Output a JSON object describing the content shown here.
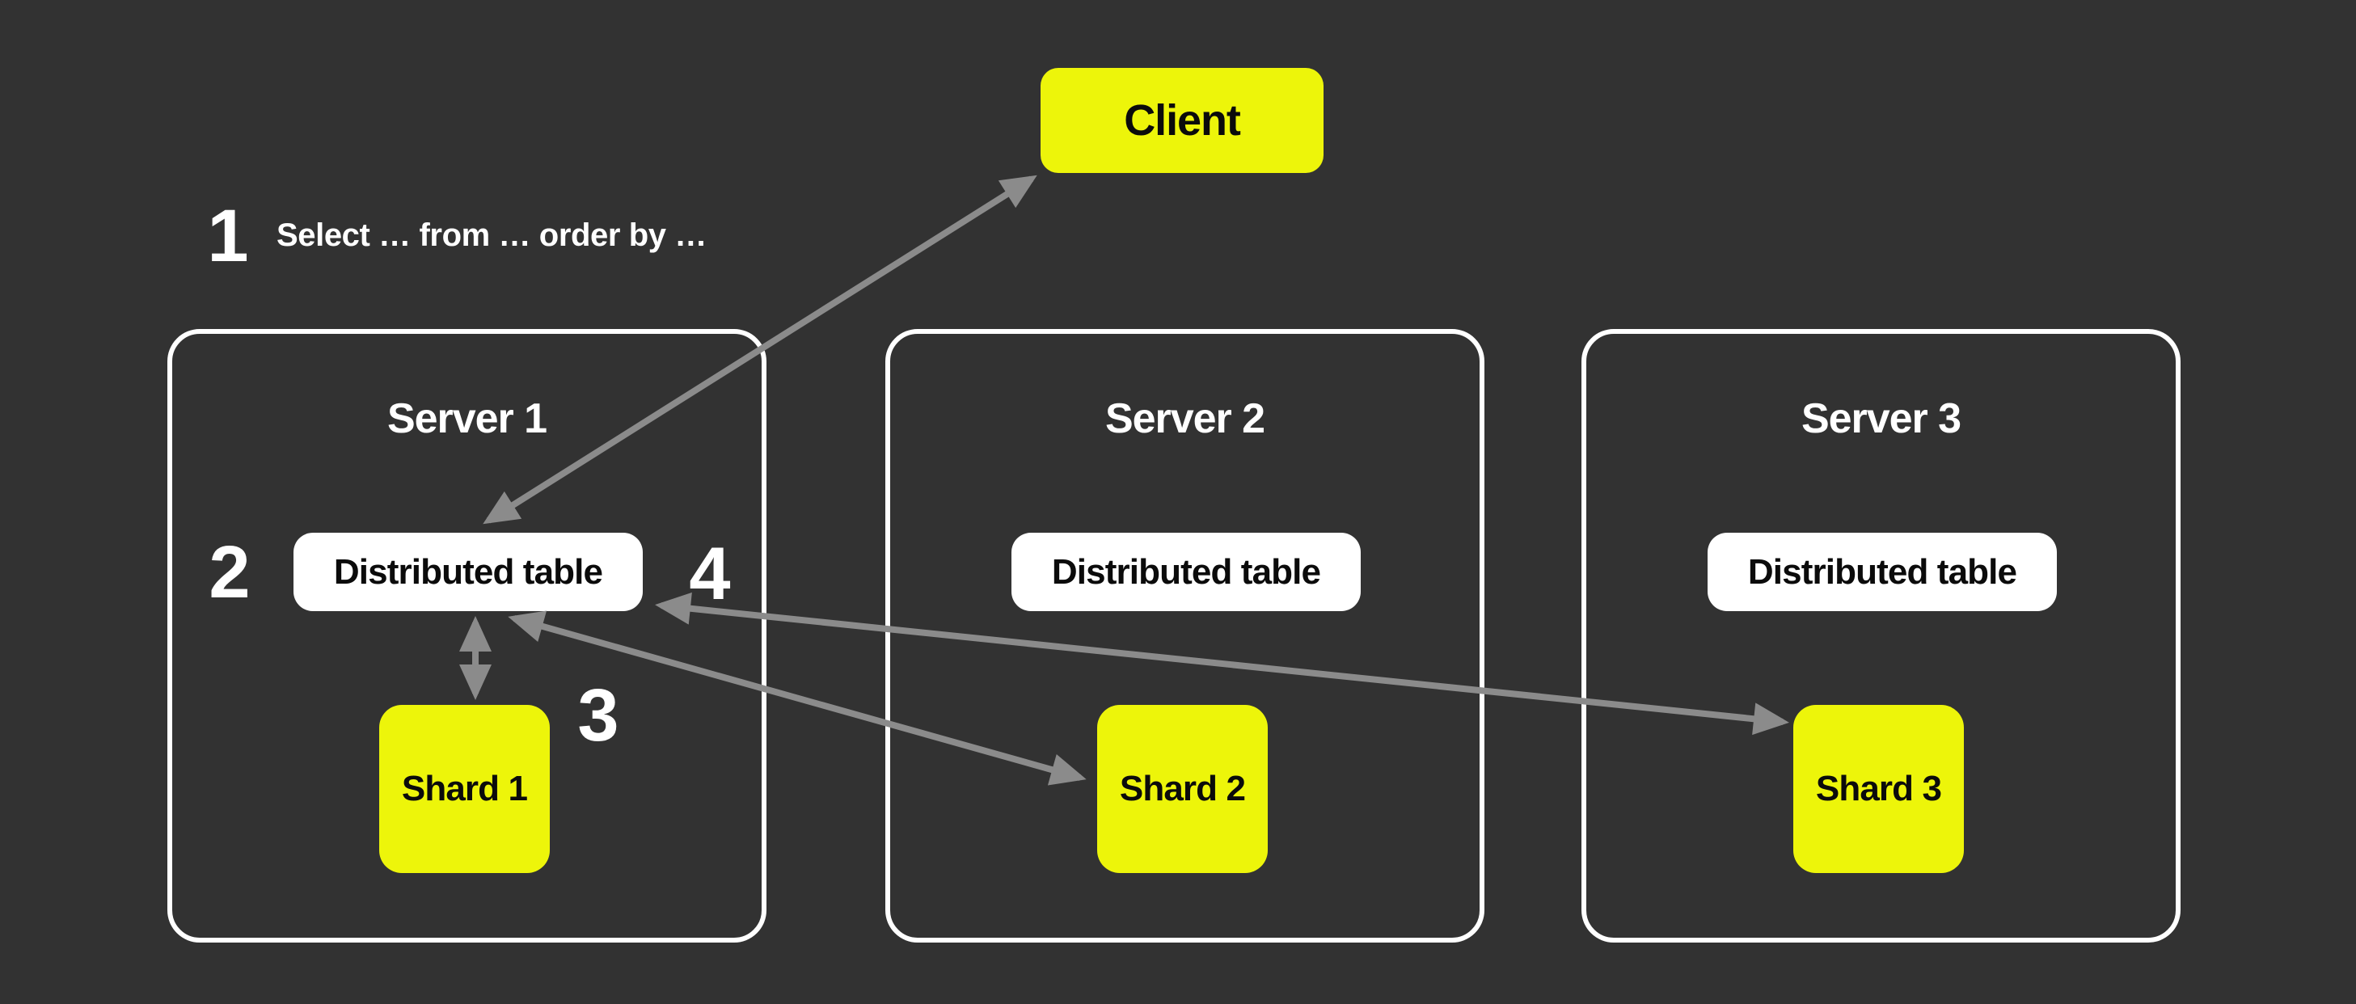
{
  "colors": {
    "background": "#323232",
    "accent_yellow": "#EDF50A",
    "box_white": "#FFFFFF",
    "server_border": "#FFFFFF",
    "arrow_gray": "#8B8B8B",
    "text_light": "#FFFFFF",
    "text_dark": "#0B0B0B"
  },
  "client": {
    "label": "Client"
  },
  "steps": {
    "step1": {
      "number": "1",
      "label": "Select … from … order by …"
    },
    "step2": {
      "number": "2"
    },
    "step3": {
      "number": "3"
    },
    "step4": {
      "number": "4"
    }
  },
  "servers": [
    {
      "title": "Server 1",
      "table_label": "Distributed table",
      "shard_label": "Shard 1"
    },
    {
      "title": "Server 2",
      "table_label": "Distributed table",
      "shard_label": "Shard 2"
    },
    {
      "title": "Server 3",
      "table_label": "Distributed table",
      "shard_label": "Shard 3"
    }
  ]
}
